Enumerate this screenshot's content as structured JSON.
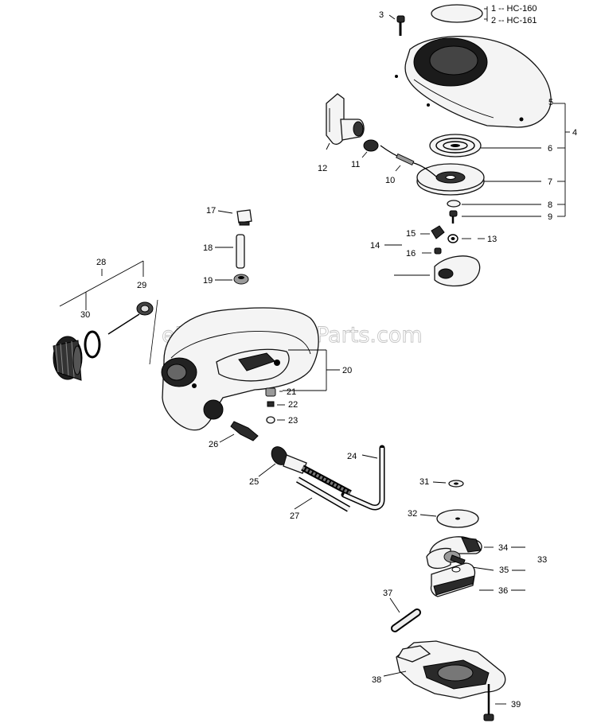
{
  "watermark": "eReplacementParts.com",
  "top_labels": {
    "item1": "1 -- HC-160",
    "item2": "2 -- HC-161"
  },
  "callouts": {
    "c3": "3",
    "c4": "4",
    "c5": "5",
    "c6": "6",
    "c7": "7",
    "c8": "8",
    "c9": "9",
    "c10": "10",
    "c11": "11",
    "c12": "12",
    "c13": "13",
    "c14": "14",
    "c15": "15",
    "c16": "16",
    "c17": "17",
    "c18": "18",
    "c19": "19",
    "c20": "20",
    "c21": "21",
    "c22": "22",
    "c23": "23",
    "c24": "24",
    "c25": "25",
    "c26": "26",
    "c27": "27",
    "c28": "28",
    "c29": "29",
    "c30": "30",
    "c31": "31",
    "c32": "32",
    "c33": "33",
    "c34": "34",
    "c35": "35",
    "c36": "36",
    "c37": "37",
    "c38": "38",
    "c39": "39"
  }
}
